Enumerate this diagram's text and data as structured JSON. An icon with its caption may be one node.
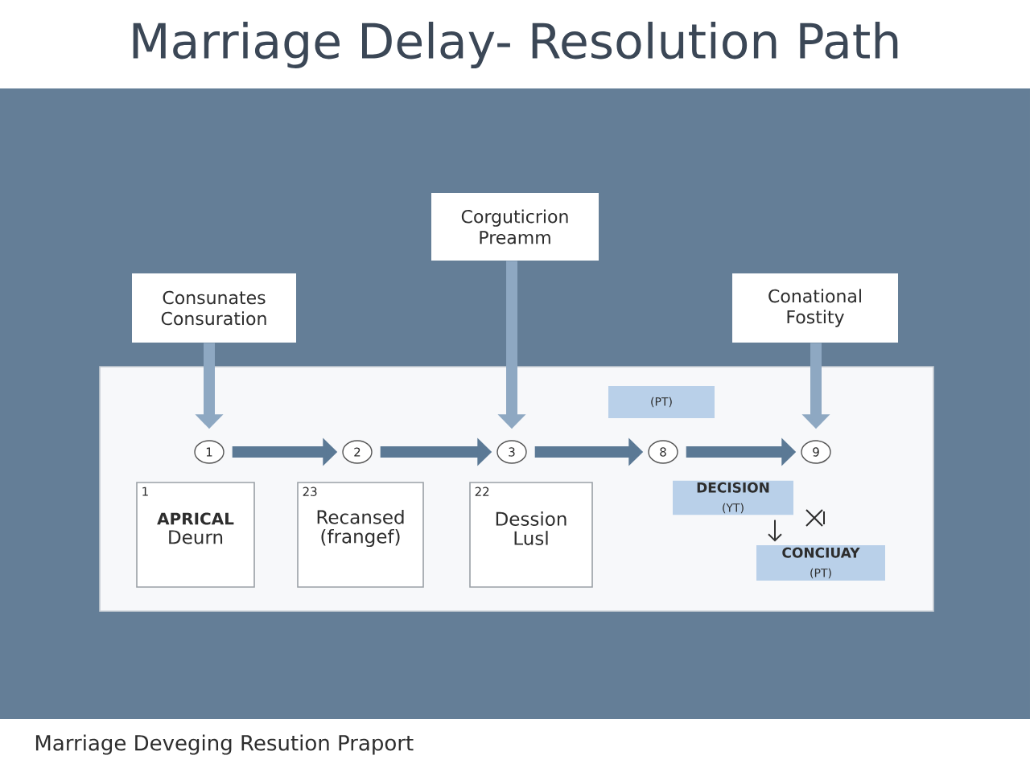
{
  "diagram": {
    "title": "Marriage Delay- Resolution Path",
    "nodes": [
      {
        "text": [
          "Corguticrion Preamm"
        ]
      },
      {
        "text": [
          "Consunates Consuration"
        ]
      },
      {
        "text": [
          "Conational Fostity"
        ]
      },
      {
        "text": [
          "(PT)"
        ]
      },
      {
        "text": [
          "1"
        ]
      },
      {
        "text": [
          "2"
        ]
      },
      {
        "text": [
          "3"
        ]
      },
      {
        "text": [
          "8"
        ]
      },
      {
        "text": [
          "9"
        ]
      },
      {
        "text": [
          "1",
          "APRICAL",
          "Deurn"
        ]
      },
      {
        "text": [
          "23",
          "Recansed",
          "(frangef)"
        ]
      },
      {
        "text": [
          "22",
          "Dession Lusl"
        ]
      },
      {
        "text": [
          "DECISION",
          "(YT)"
        ]
      },
      {
        "text": [
          "CONCIUAY",
          "(PT)"
        ]
      }
    ],
    "edges": [
      {
        "from": 1,
        "to": 4,
        "arrow": "to",
        "color": "#8ea8c2"
      },
      {
        "from": 0,
        "to": 6,
        "arrow": "to",
        "color": "#8ea8c2"
      },
      {
        "from": 2,
        "to": 8,
        "arrow": "to",
        "color": "#8ea8c2"
      },
      {
        "from": 4,
        "to": 5,
        "arrow": "to"
      },
      {
        "from": 5,
        "to": 6,
        "arrow": "to"
      },
      {
        "from": 6,
        "to": 7,
        "arrow": "to"
      },
      {
        "from": 7,
        "to": 8,
        "arrow": "to"
      },
      {
        "from": 12,
        "to": 13,
        "arrow": "to",
        "color": "#333333"
      }
    ],
    "labels": [
      "Marriage Deveging Resution Praport"
    ]
  }
}
